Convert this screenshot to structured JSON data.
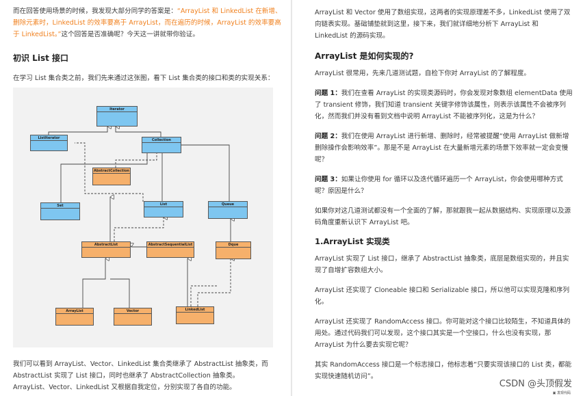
{
  "left": {
    "intro_1": "而在回答使用场景的时候，我发现大部分同学的答案是：",
    "intro_orange": "“ArrayList 和 LinkedList 在新增、删除元素时，LinkedList 的效率要高于 ArrayList，而在遍历的时候，ArrayList 的效率要高于 LinkedList。”",
    "intro_2": "这个回答是否准确呢？今天这一讲就带你验证。",
    "heading": "初识 List 接口",
    "para_before": "在学习 List 集合类之前，我们先来通过这张图，看下 List 集合类的接口和类的实现关系：",
    "para_after": "我们可以看到 ArrayList、Vector、LinkedList 集合类继承了 AbstractList 抽象类，而 AbstractList 实现了 List 接口，同时也继承了 AbstractCollection 抽象类。ArrayList、Vector、LinkedList 又根据自我定位，分别实现了各自的功能。"
  },
  "diagram": {
    "nodes": {
      "iterator": "Iterator",
      "listiterator": "ListIterator",
      "collection": "Collection",
      "abstractcollection": "AbstractCollection",
      "set": "Set",
      "list": "List",
      "queue": "Queue",
      "abstractlist": "AbstractList",
      "abstractsequentiallist": "AbstractSequentialList",
      "dque": "Dque",
      "arraylist": "ArrayList",
      "vector": "Vector",
      "linkedlist": "LinkedList"
    },
    "colors": {
      "interface": "#7ec6f0",
      "class": "#f6b06b"
    }
  },
  "right": {
    "p1": "ArrayList 和 Vector 使用了数组实现，这两者的实现原理差不多，LinkedList 使用了双向链表实现。基础铺垫就到这里，接下来，我们就详细地分析下 ArrayList 和 LinkedList 的源码实现。",
    "h_how": "ArrayList 是如何实现的?",
    "p2": "ArrayList 很常用，先来几道测试题，自检下你对 ArrayList 的了解程度。",
    "q1_label": "问题 1：",
    "q1": "我们在查看 ArrayList 的实现类源码时，你会发现对象数组 elementData 使用了 transient 修饰，我们知道 transient 关键字修饰该属性，则表示该属性不会被序列化，然而我们并没有看到文档中说明 ArrayList 不能被序列化，这是为什么？",
    "q2_label": "问题 2：",
    "q2": "我们在使用 ArrayList 进行新增、删除时，经常被提醒“使用 ArrayList 做新增删除操作会影响效率”。那是不是 ArrayList 在大量新增元素的场景下效率就一定会变慢呢？",
    "q3_label": "问题 3：",
    "q3": "如果让你使用 for 循环以及迭代循环遍历一个 ArrayList，你会使用哪种方式呢？原因是什么？",
    "p3": "如果你对这几道测试都没有一个全面的了解，那就跟我一起从数据结构、实现原理以及源码角度重新认识下 ArrayList 吧。",
    "h_section": "1.ArrayList 实现类",
    "p4": "ArrayList 实现了 List 接口，继承了 AbstractList 抽象类，底层是数组实现的，并且实现了自增扩容数组大小。",
    "p5": "ArrayList 还实现了 Cloneable 接口和 Serializable 接口，所以他可以实现克隆和序列化。",
    "p6": "ArrayList 还实现了 RandomAccess 接口。你可能对这个接口比较陌生，不知道具体的用处。通过代码我们可以发现，这个接口其实是一个空接口，什么也没有实现，那 ArrayList 为什么要去实现它呢？",
    "p7": "其实 RandomAccess 接口是一个标志接口，他标志着“只要实现该接口的 List 类，都能实现快速随机访问”。"
  },
  "watermark": "CSDN @头顶假发",
  "watermark_small": "▣ 发现代码"
}
